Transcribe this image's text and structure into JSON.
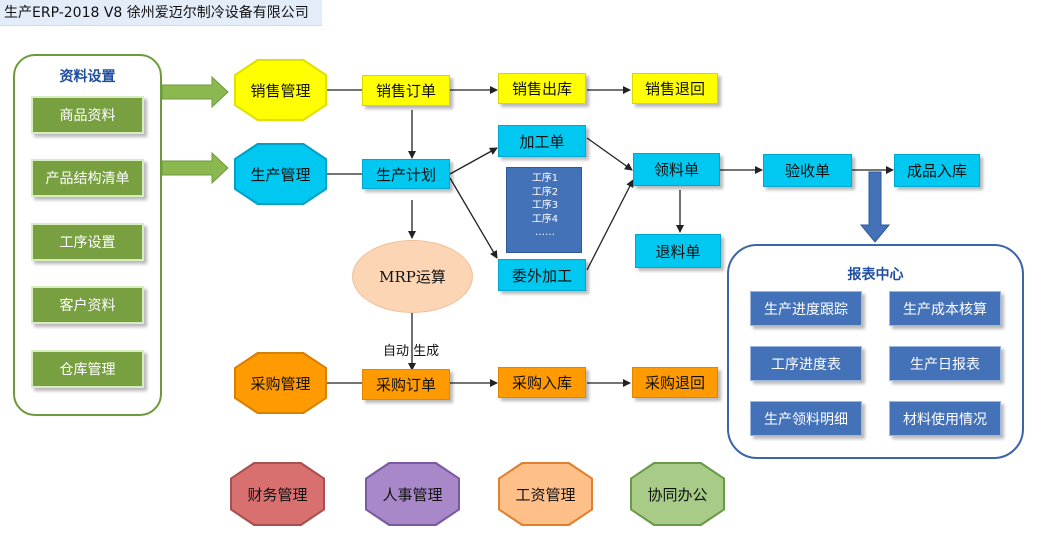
{
  "window": {
    "title": "生产ERP-2018 V8 徐州爱迈尔制冷设备有限公司"
  },
  "ziliao": {
    "title": "资料设置",
    "items": [
      "商品资料",
      "产品结构清单",
      "工序设置",
      "客户资料",
      "仓库管理"
    ]
  },
  "modules": {
    "sales": "销售管理",
    "production": "生产管理",
    "purchase": "采购管理",
    "finance": "财务管理",
    "hr": "人事管理",
    "salary": "工资管理",
    "office": "协同办公"
  },
  "flow": {
    "sales_order": "销售订单",
    "sales_out": "销售出库",
    "sales_return": "销售退回",
    "prod_plan": "生产计划",
    "process": "加工单",
    "outsource": "委外加工",
    "material_req": "领料单",
    "material_return": "退料单",
    "inspection": "验收单",
    "finished_in": "成品入库",
    "mrp": "MRP运算",
    "auto_gen": "自动 生成",
    "po": "采购订单",
    "po_in": "采购入库",
    "po_return": "采购退回",
    "steps": [
      "工序1",
      "工序2",
      "工序3",
      "工序4",
      "……"
    ]
  },
  "report": {
    "title": "报表中心",
    "items": [
      "生产进度跟踪",
      "生产成本核算",
      "工序进度表",
      "生产日报表",
      "生产领料明细",
      "材料使用情况"
    ]
  },
  "colors": {
    "yellow": "#ffff00",
    "cyan": "#00c8f0",
    "orange": "#ff9a00",
    "green": "#78a040",
    "blue": "#4472b8",
    "finance": "#d87070",
    "hr": "#a888c8",
    "salary": "#ffbf88",
    "office": "#a8cc88"
  }
}
